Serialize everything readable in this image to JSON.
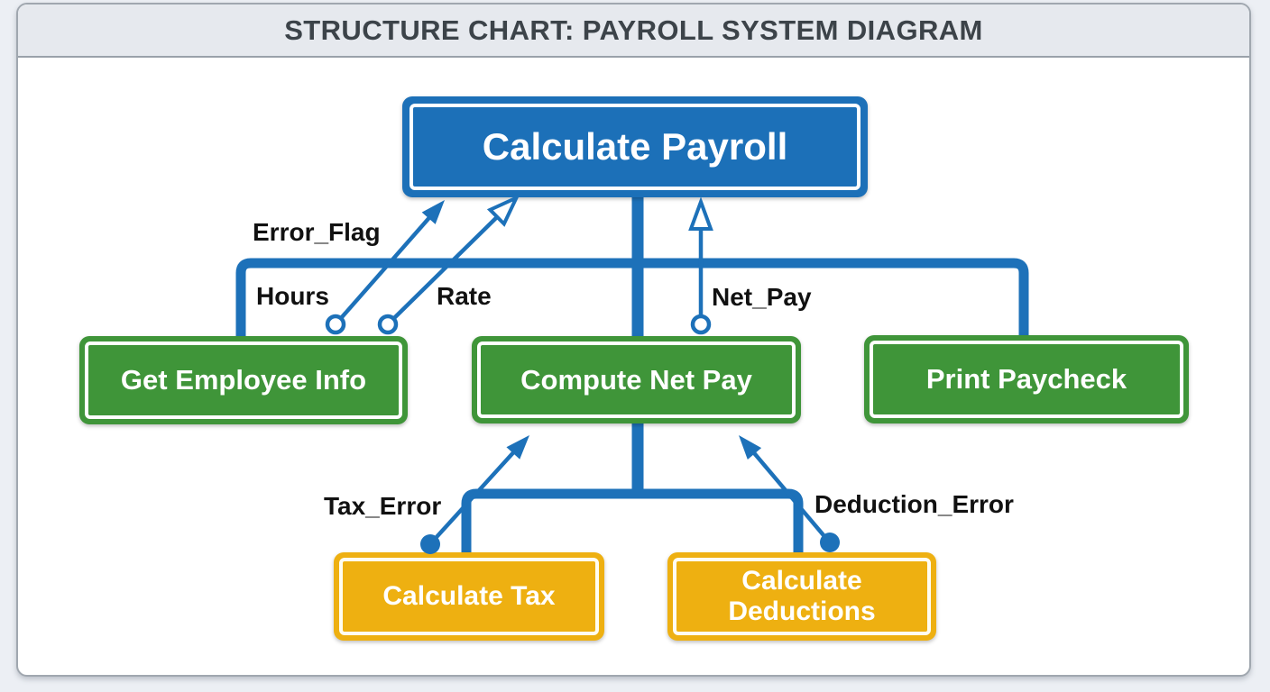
{
  "header": {
    "title": "STRUCTURE CHART: PAYROLL SYSTEM DIAGRAM"
  },
  "modules": {
    "calculate_payroll": {
      "label": "Calculate Payroll"
    },
    "get_employee_info": {
      "label": "Get Employee Info"
    },
    "compute_net_pay": {
      "label": "Compute Net Pay"
    },
    "print_paycheck": {
      "label": "Print Paycheck"
    },
    "calculate_tax": {
      "label": "Calculate Tax"
    },
    "calculate_deductions": {
      "label": "Calculate Deductions"
    }
  },
  "couples": {
    "error_flag": {
      "label": "Error_Flag",
      "marker": "open-circle",
      "arrowhead": "filled",
      "direction": "up to Calculate Payroll"
    },
    "hours": {
      "label": "Hours",
      "marker": "open-circle",
      "arrowhead": "filled",
      "direction": "up to Calculate Payroll"
    },
    "rate": {
      "label": "Rate",
      "marker": "open-circle",
      "arrowhead": "open",
      "direction": "up to Calculate Payroll"
    },
    "net_pay": {
      "label": "Net_Pay",
      "marker": "open-circle",
      "arrowhead": "open",
      "direction": "up to Calculate Payroll"
    },
    "tax_error": {
      "label": "Tax_Error",
      "marker": "filled-circle",
      "arrowhead": "filled",
      "direction": "up to Compute Net Pay"
    },
    "deduction_error": {
      "label": "Deduction_Error",
      "marker": "filled-circle",
      "arrowhead": "filled",
      "direction": "up to Compute Net Pay"
    }
  },
  "structure": {
    "root": "Calculate Payroll",
    "children_of_root": [
      "Get Employee Info",
      "Compute Net Pay",
      "Print Paycheck"
    ],
    "children_of_compute_net_pay": [
      "Calculate Tax",
      "Calculate Deductions"
    ]
  },
  "colors": {
    "module_blue": "#1c70b8",
    "module_green": "#3f9539",
    "module_yellow": "#eeb011",
    "connector_blue": "#1d71b9",
    "label_text": "#111111",
    "title_text": "#3c4349",
    "header_bg": "#e6e9ee",
    "canvas_bg": "#ffffff",
    "page_bg": "#eceff4"
  }
}
